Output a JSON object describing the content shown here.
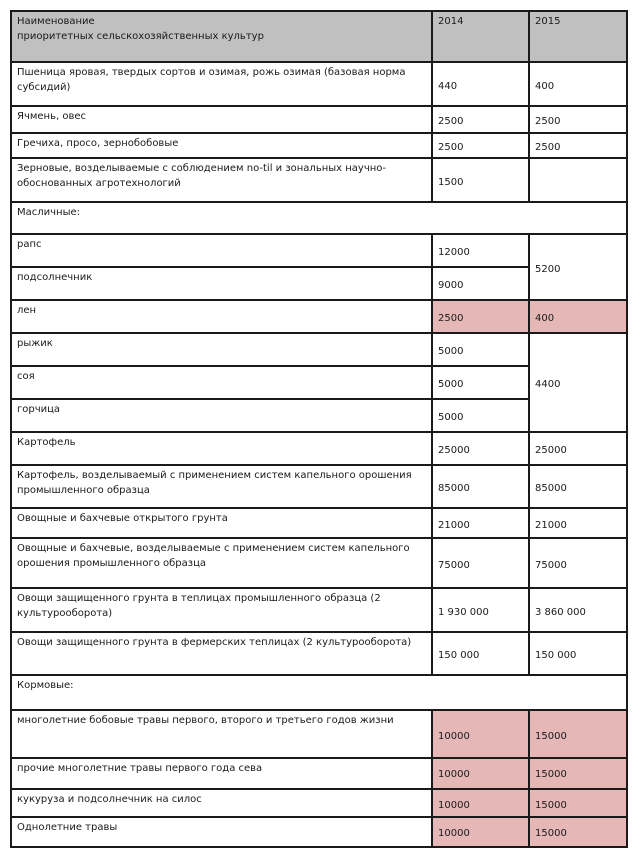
{
  "header": {
    "name": "Наименование\nприоритетных сельскохозяйственных культур",
    "col2014": "2014",
    "col2015": "2015"
  },
  "rows": [
    {
      "name": "Пшеница яровая, твердых сортов и озимая, рожь озимая (базовая норма субсидий)",
      "v2014": "440",
      "v2015": "400"
    },
    {
      "name": "Ячмень, овес",
      "v2014": "2500",
      "v2015": "2500"
    },
    {
      "name": "Гречиха, просо, зернобобовые",
      "v2014": "2500",
      "v2015": "2500"
    },
    {
      "name": "Зерновые, возделываемые с соблюдением no-til и зональных научно-обоснованных агротехнологий",
      "v2014": "1500",
      "v2015": ""
    },
    {
      "name": "Масличные:"
    },
    {
      "name": "рапс",
      "v2014": "12000",
      "v2015": "5200"
    },
    {
      "name": "подсолнечник",
      "v2014": "9000"
    },
    {
      "name": "лен",
      "v2014": "2500",
      "v2015": "400"
    },
    {
      "name": "рыжик",
      "v2014": "5000",
      "v2015": "4400"
    },
    {
      "name": "соя",
      "v2014": "5000"
    },
    {
      "name": "горчица",
      "v2014": "5000"
    },
    {
      "name": "Картофель",
      "v2014": "25000",
      "v2015": "25000"
    },
    {
      "name": "Картофель, возделываемый с применением систем капельного орошения промышленного образца",
      "v2014": "85000",
      "v2015": "85000"
    },
    {
      "name": "Овощные и бахчевые открытого грунта",
      "v2014": "21000",
      "v2015": "21000"
    },
    {
      "name": "Овощные и бахчевые, возделываемые с применением систем капельного орошения промышленного образца",
      "v2014": "75000",
      "v2015": "75000"
    },
    {
      "name": "Овощи защищенного грунта в теплицах промышленного образца (2 культурооборота)",
      "v2014": "1 930 000",
      "v2015": "3 860 000"
    },
    {
      "name": "Овощи защищенного грунта в фермерских теплицах  (2 культурооборота)",
      "v2014": "150 000",
      "v2015": "150 000"
    },
    {
      "name": "Кормовые:"
    },
    {
      "name": "многолетние бобовые травы первого, второго и третьего годов жизни",
      "v2014": "10000",
      "v2015": "15000"
    },
    {
      "name": "прочие многолетние травы первого года сева",
      "v2014": "10000",
      "v2015": "15000"
    },
    {
      "name": "кукуруза и подсолнечник на силос",
      "v2014": "10000",
      "v2015": "15000"
    },
    {
      "name": "Однолетние травы",
      "v2014": "10000",
      "v2015": "15000"
    }
  ]
}
